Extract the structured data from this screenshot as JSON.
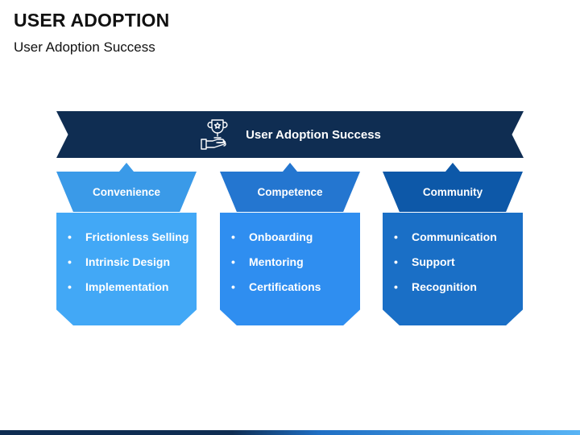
{
  "page": {
    "title": "USER ADOPTION",
    "subtitle": "User Adoption Success"
  },
  "banner": {
    "label": "User Adoption Success",
    "icon": "trophy-hand-icon",
    "color": "#0f2d52"
  },
  "columns": [
    {
      "header": "Convenience",
      "header_color": "#3a9ae8",
      "body_color": "#42a8f6",
      "items": [
        "Frictionless Selling",
        "Intrinsic Design",
        "Implementation"
      ]
    },
    {
      "header": "Competence",
      "header_color": "#2476d0",
      "body_color": "#2f8ef0",
      "items": [
        "Onboarding",
        "Mentoring",
        "Certifications"
      ]
    },
    {
      "header": "Community",
      "header_color": "#0d58a8",
      "body_color": "#1a6fc6",
      "items": [
        "Communication",
        "Support",
        "Recognition"
      ]
    }
  ],
  "bullet_char": "•"
}
